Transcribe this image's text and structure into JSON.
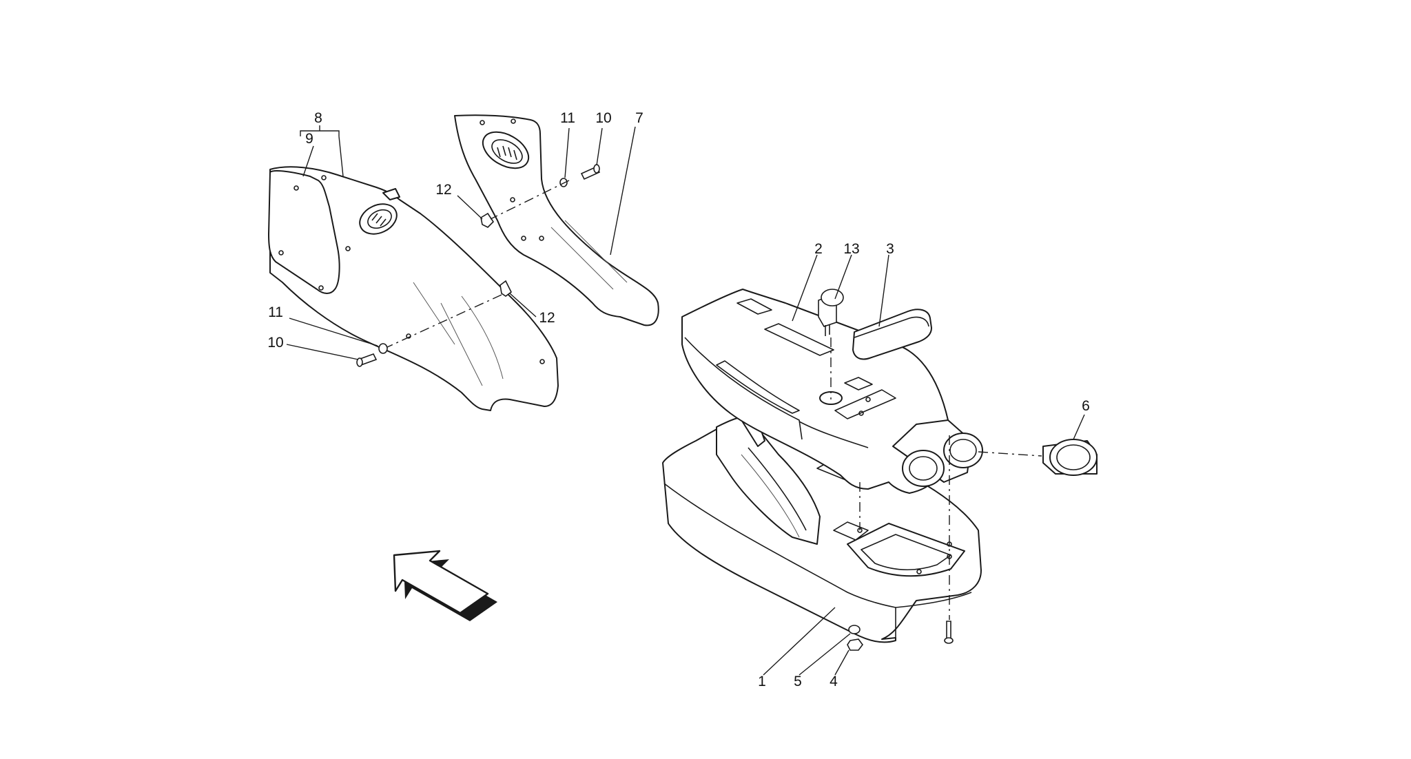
{
  "diagram": {
    "callouts": [
      {
        "id": "c8",
        "label": "8"
      },
      {
        "id": "c9",
        "label": "9"
      },
      {
        "id": "c7",
        "label": "7"
      },
      {
        "id": "c11a",
        "label": "11"
      },
      {
        "id": "c10a",
        "label": "10"
      },
      {
        "id": "c12a",
        "label": "12"
      },
      {
        "id": "c11b",
        "label": "11"
      },
      {
        "id": "c10b",
        "label": "10"
      },
      {
        "id": "c12b",
        "label": "12"
      },
      {
        "id": "c2",
        "label": "2"
      },
      {
        "id": "c13",
        "label": "13"
      },
      {
        "id": "c3",
        "label": "3"
      },
      {
        "id": "c6",
        "label": "6"
      },
      {
        "id": "c1",
        "label": "1"
      },
      {
        "id": "c5",
        "label": "5"
      },
      {
        "id": "c4",
        "label": "4"
      }
    ]
  }
}
